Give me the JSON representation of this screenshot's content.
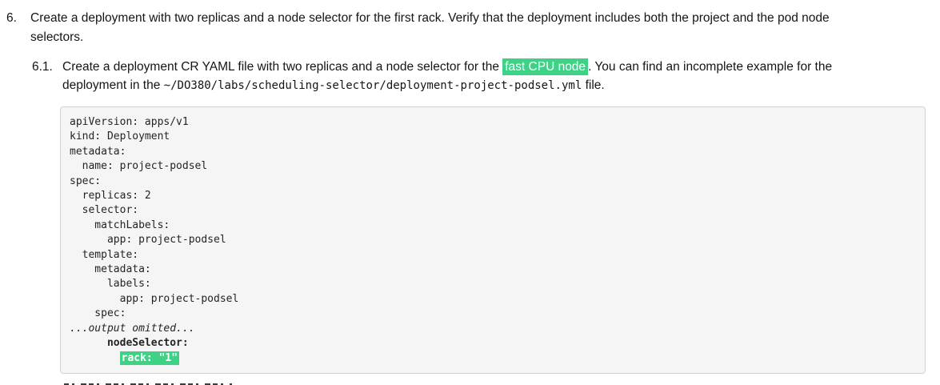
{
  "colors": {
    "text": "#151515",
    "code_text": "#242424",
    "highlight_bg": "#3ed286",
    "highlight_text": "#ffffff",
    "code_block_bg": "#f5f5f5",
    "code_block_border": "#d2d2d2",
    "page_bg": "#ffffff"
  },
  "step": {
    "number": "6.",
    "line1": "Create a deployment with two replicas and a node selector for the first rack. Verify that the deployment includes both the project and the pod node",
    "line2": "selectors."
  },
  "substep": {
    "number": "6.1.",
    "text_before_highlight": "Create a deployment CR YAML file with two replicas and a node selector for the ",
    "highlight": "fast CPU node",
    "text_after_highlight": ". You can find an incomplete example for the ",
    "line2_before_path": "deployment in the ",
    "file_path": "~/DO380/labs/scheduling-selector/deployment-project-podsel.yml",
    "line2_after_path": " file."
  },
  "code_block": {
    "lines": [
      {
        "text": "apiVersion: apps/v1"
      },
      {
        "text": "kind: Deployment"
      },
      {
        "text": "metadata:"
      },
      {
        "text": "  name: project-podsel"
      },
      {
        "text": "spec:"
      },
      {
        "text": "  replicas: 2"
      },
      {
        "text": "  selector:"
      },
      {
        "text": "    matchLabels:"
      },
      {
        "text": "      app: project-podsel"
      },
      {
        "text": "  template:"
      },
      {
        "text": "    metadata:"
      },
      {
        "text": "      labels:"
      },
      {
        "text": "        app: project-podsel"
      },
      {
        "text": "    spec:"
      },
      {
        "text": "...output omitted...",
        "style": "italic"
      },
      {
        "text": "      nodeSelector:",
        "style": "bold"
      },
      {
        "indent": "        ",
        "text": "rack: \"1\"",
        "style": "highlight"
      }
    ]
  }
}
